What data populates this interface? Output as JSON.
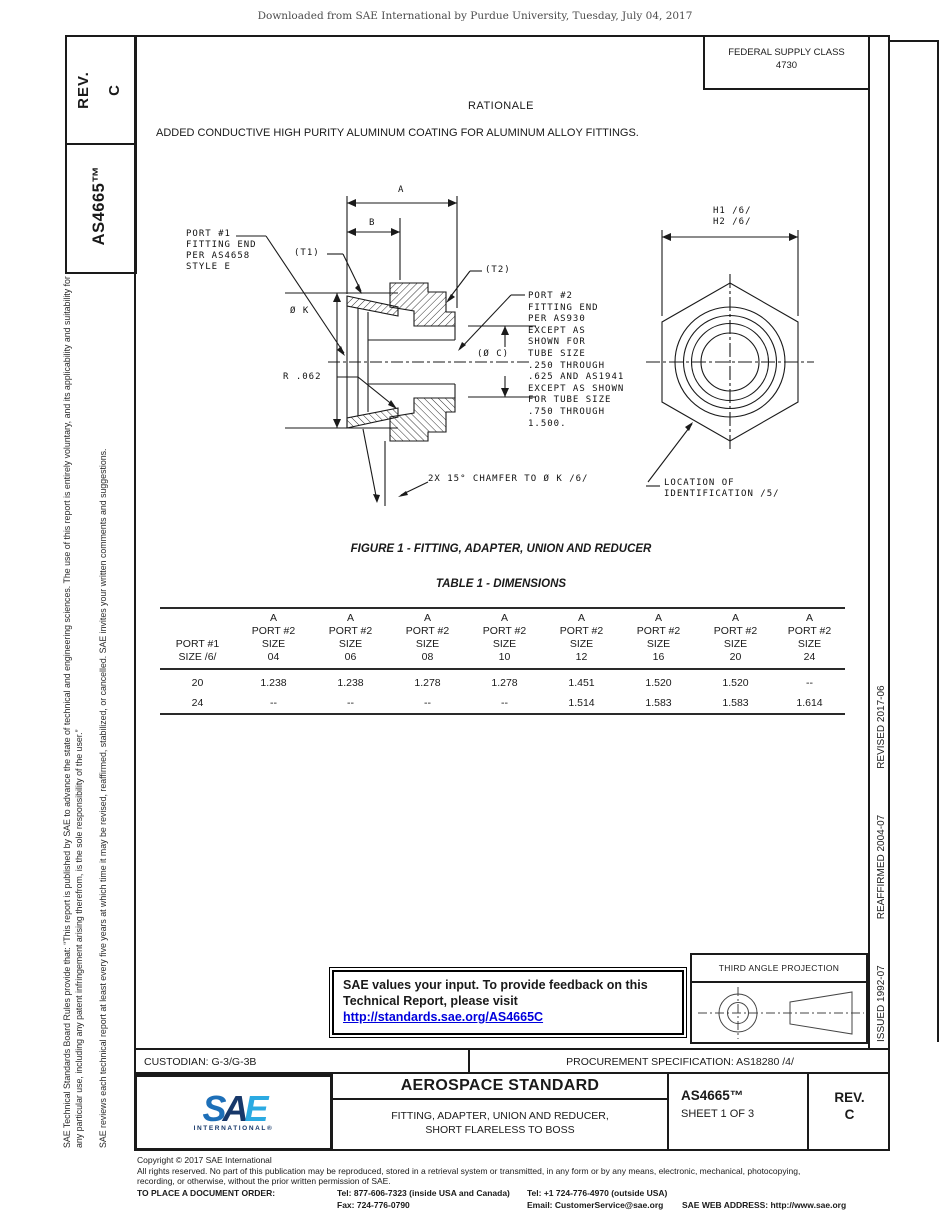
{
  "banner": "Downloaded from SAE International by Purdue University, Tuesday, July 04, 2017",
  "left_margin": {
    "rev_label": "REV.",
    "rev_value": "C",
    "doc_number": "AS4665™",
    "disclaimer_main": "SAE Technical Standards Board Rules provide that: “This report is published by SAE to advance the state of technical and engineering sciences. The use of this report is entirely voluntary, and its applicability and suitability for any particular use, including any patent infringement arising therefrom, is the sole responsibility of the user.”",
    "disclaimer_review": "SAE reviews each technical report at least every five years at which time it may be revised, reaffirmed, stabilized, or cancelled. SAE invites your written comments and suggestions."
  },
  "right_margin": {
    "history": [
      "ISSUED 1992-07",
      "REAFFIRMED 2004-07",
      "REVISED 2017-06"
    ]
  },
  "header": {
    "fsc_label": "FEDERAL SUPPLY CLASS",
    "fsc_value": "4730",
    "rationale_title": "RATIONALE",
    "rationale_text": "ADDED CONDUCTIVE HIGH PURITY ALUMINUM COATING FOR ALUMINUM ALLOY FITTINGS."
  },
  "figure": {
    "caption": "FIGURE 1 - FITTING, ADAPTER, UNION AND REDUCER",
    "labels": {
      "dim_a": "A",
      "dim_b": "B",
      "port1_note": "PORT #1\nFITTING END\nPER AS4658\nSTYLE E",
      "t1": "(T1)",
      "t2": "(T2)",
      "port2_note": "PORT #2\nFITTING END\nPER AS930\nEXCEPT AS\nSHOWN FOR\nTUBE SIZE\n.250 THROUGH\n.625 AND AS1941\nEXCEPT AS SHOWN\nFOR TUBE SIZE\n.750 THROUGH\n1.500.",
      "dia_k": "Ø K",
      "radius": "R .062",
      "dia_c": "(Ø C)",
      "chamfer": "2X 15° CHAMFER TO Ø K /6/",
      "hex_dim": "H1 /6/\nH2 /6/",
      "location": "LOCATION OF\nIDENTIFICATION  /5/"
    }
  },
  "table": {
    "caption": "TABLE 1 - DIMENSIONS",
    "col0": "PORT #1\nSIZE /6/",
    "cols": [
      "A\nPORT #2\nSIZE\n04",
      "A\nPORT #2\nSIZE\n06",
      "A\nPORT #2\nSIZE\n08",
      "A\nPORT #2\nSIZE\n10",
      "A\nPORT #2\nSIZE\n12",
      "A\nPORT #2\nSIZE\n16",
      "A\nPORT #2\nSIZE\n20",
      "A\nPORT #2\nSIZE\n24"
    ],
    "rows": [
      {
        "port1": "20",
        "values": [
          "1.238",
          "1.238",
          "1.278",
          "1.278",
          "1.451",
          "1.520",
          "1.520",
          "--"
        ]
      },
      {
        "port1": "24",
        "values": [
          "--",
          "--",
          "--",
          "--",
          "1.514",
          "1.583",
          "1.583",
          "1.614"
        ]
      }
    ]
  },
  "feedback": {
    "line1": "SAE values your input. To provide feedback on this",
    "line2": "Technical Report, please visit",
    "link": "http://standards.sae.org/AS4665C"
  },
  "projection": {
    "label": "THIRD ANGLE PROJECTION"
  },
  "admin_row": {
    "custodian": "CUSTODIAN: G-3/G-3B",
    "procurement": "PROCUREMENT SPECIFICATION: AS18280 /4/"
  },
  "title_block": {
    "logo_s": "S",
    "logo_a": "A",
    "logo_e": "E",
    "logo_sub": "INTERNATIONAL®",
    "kind": "AEROSPACE STANDARD",
    "subtitle": "FITTING, ADAPTER, UNION AND REDUCER,\nSHORT FLARELESS TO BOSS",
    "doc_number": "AS4665™",
    "sheet": "SHEET 1 OF 3",
    "rev_label": "REV.",
    "rev_value": "C"
  },
  "colors": {
    "link_blue": "#0000dd",
    "logo_s_blue": "#1d6fb8",
    "logo_a_navy": "#17386a",
    "logo_e_cyan": "#2baae2"
  },
  "copyright": {
    "line1": "Copyright © 2017 SAE International",
    "body": "All rights reserved. No part of this publication may be reproduced, stored in a retrieval system or transmitted, in any form or by any means, electronic, mechanical, photocopying,\nrecording, or otherwise, without the prior written permission of SAE.",
    "order_label": "TO PLACE A DOCUMENT ORDER:",
    "tel_inside": "Tel: 877-606-7323 (inside USA and Canada)",
    "tel_outside": "Tel: +1 724-776-4970 (outside USA)",
    "fax": "Fax: 724-776-0790",
    "email": "Email: CustomerService@sae.org",
    "web": "SAE WEB ADDRESS: http://www.sae.org"
  }
}
